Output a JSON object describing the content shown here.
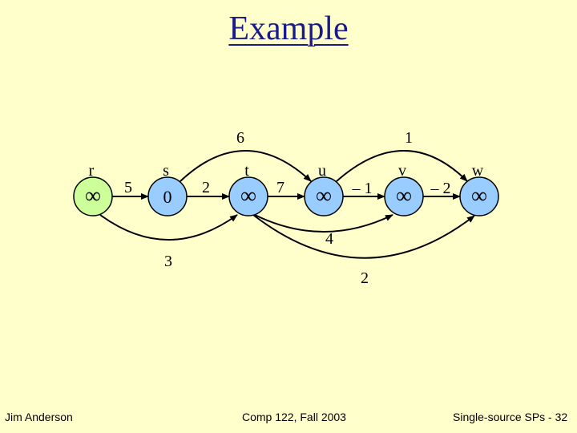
{
  "slide": {
    "title": "Example",
    "footer_left": "Jim Anderson",
    "footer_center": "Comp 122, Fall 2003",
    "footer_right": "Single-source SPs -  32"
  },
  "graph": {
    "colors": {
      "source_fill": "#ccff99",
      "node_fill": "#99ccff",
      "edge": "#000000"
    },
    "nodes": [
      {
        "id": "r",
        "label": "r",
        "value": "∞",
        "source": true
      },
      {
        "id": "s",
        "label": "s",
        "value": "0"
      },
      {
        "id": "t",
        "label": "t",
        "value": "∞"
      },
      {
        "id": "u",
        "label": "u",
        "value": "∞"
      },
      {
        "id": "v",
        "label": "v",
        "value": "∞"
      },
      {
        "id": "w",
        "label": "w",
        "value": "∞"
      }
    ],
    "edges": [
      {
        "from": "r",
        "to": "s",
        "weight": "5"
      },
      {
        "from": "s",
        "to": "t",
        "weight": "2"
      },
      {
        "from": "t",
        "to": "u",
        "weight": "7"
      },
      {
        "from": "u",
        "to": "v",
        "weight": "– 1"
      },
      {
        "from": "v",
        "to": "w",
        "weight": "– 2"
      },
      {
        "from": "s",
        "to": "u",
        "weight": "6"
      },
      {
        "from": "u",
        "to": "w",
        "weight": "1"
      },
      {
        "from": "r",
        "to": "t",
        "weight": "3"
      },
      {
        "from": "t",
        "to": "v",
        "weight": "4"
      },
      {
        "from": "t",
        "to": "w",
        "weight": "2"
      }
    ]
  }
}
